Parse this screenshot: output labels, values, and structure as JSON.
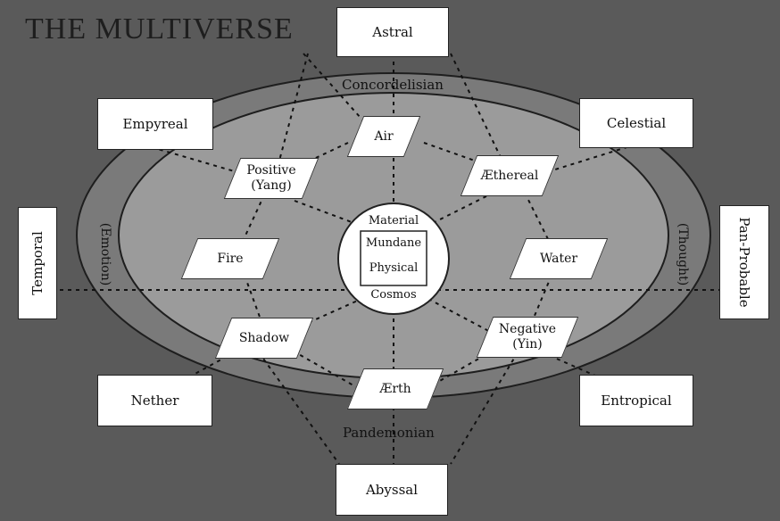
{
  "title": "THE MULTIVERSE",
  "outer_planes": {
    "astral": "Astral",
    "empyreal": "Empyreal",
    "celestial": "Celestial",
    "temporal": "Temporal",
    "pan_probable": "Pan-Probable",
    "nether": "Nether",
    "entropical": "Entropical",
    "abyssal": "Abyssal"
  },
  "rings": {
    "top": "Concordelisian",
    "bottom": "Pandemonian",
    "left": "(Emotion)",
    "right": "(Thought)"
  },
  "inner_planes": {
    "air": "Air",
    "positive": "Positive\n(Yang)",
    "aethereal": "Æthereal",
    "fire": "Fire",
    "water": "Water",
    "shadow": "Shadow",
    "negative": "Negative\n(Yin)",
    "aerth": "Ærth"
  },
  "core": {
    "material": "Material",
    "mundane": "Mundane",
    "physical": "Physical",
    "cosmos": "Cosmos"
  }
}
